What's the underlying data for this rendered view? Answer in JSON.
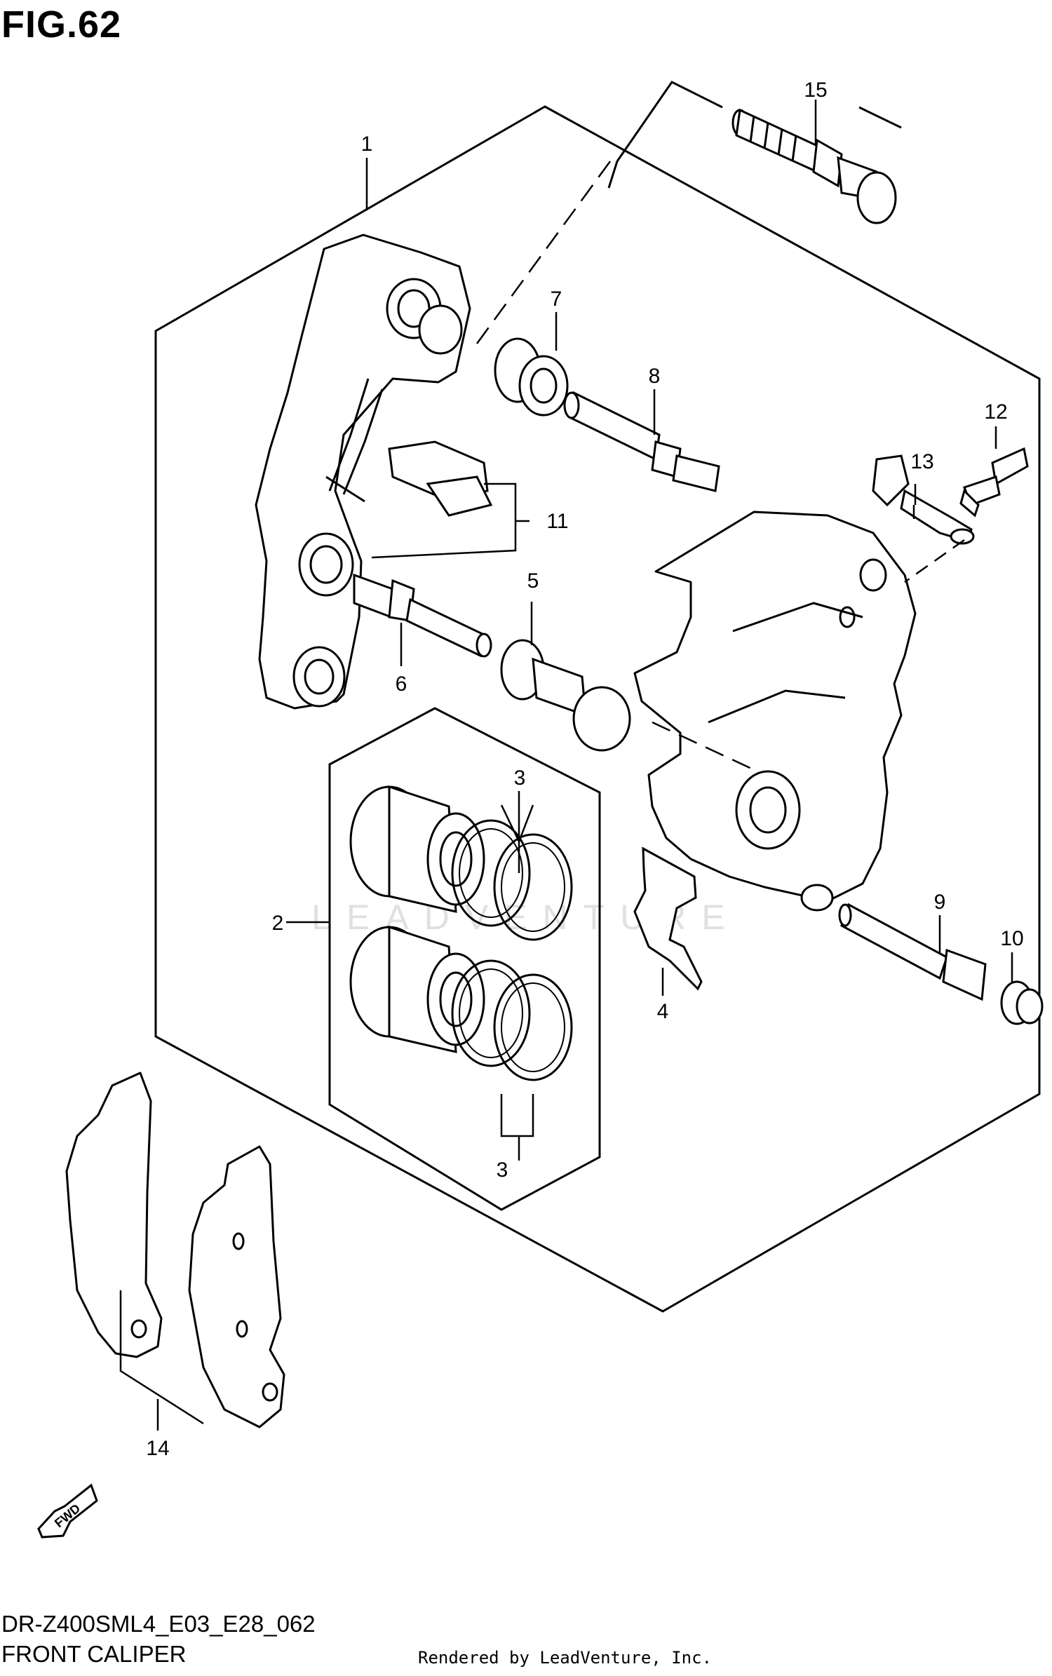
{
  "figure": {
    "title": "FIG.62"
  },
  "footer": {
    "model_code": "DR-Z400SML4_E03_E28_062",
    "diagram_title": "FRONT CALIPER",
    "credit": "Rendered by LeadVenture, Inc."
  },
  "watermark": "LEADVENTURE",
  "direction_badge": "FWD",
  "callouts": [
    "1",
    "2",
    "3",
    "3",
    "4",
    "5",
    "6",
    "7",
    "8",
    "9",
    "10",
    "11",
    "12",
    "13",
    "14",
    "15"
  ]
}
